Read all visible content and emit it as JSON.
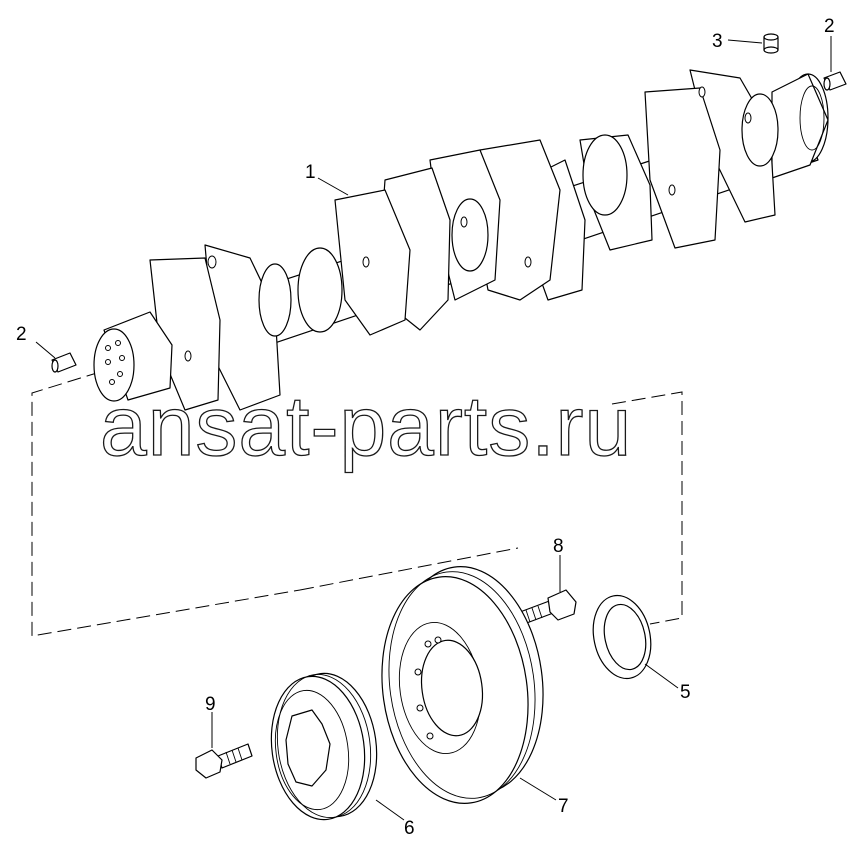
{
  "watermark": "ansat-parts.ru",
  "callouts": {
    "c1": "1",
    "c2a": "2",
    "c2b": "2",
    "c3": "3",
    "c5": "5",
    "c6": "6",
    "c7": "7",
    "c8": "8",
    "c9": "9"
  }
}
